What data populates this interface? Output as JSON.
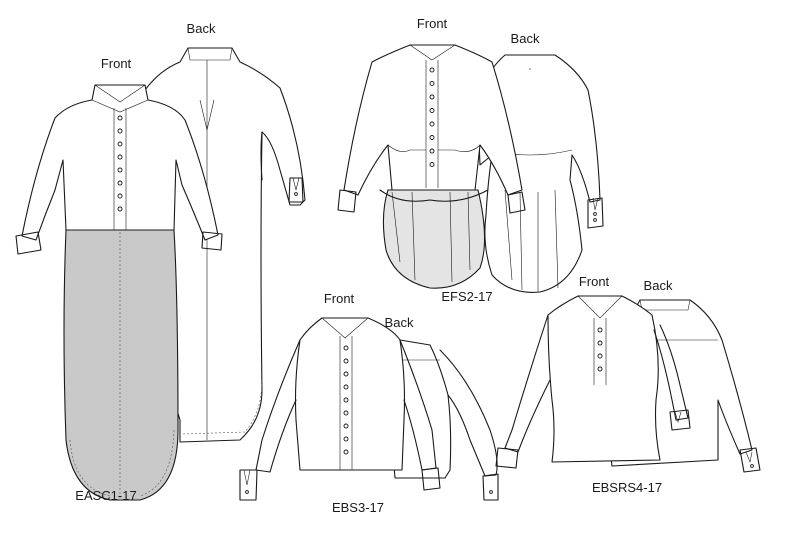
{
  "colors": {
    "ink": "#1a1a1a",
    "fabric_grey": "#c9c9c9",
    "sheer_grey": "#e4e4e4",
    "paper": "#ffffff"
  },
  "garments": [
    {
      "code": "EASC1-17",
      "views": {
        "front": "Front",
        "back": "Back"
      }
    },
    {
      "code": "EFS2-17",
      "views": {
        "front": "Front",
        "back": "Back"
      }
    },
    {
      "code": "EBS3-17",
      "views": {
        "front": "Front",
        "back": "Back"
      }
    },
    {
      "code": "EBSRS4-17",
      "views": {
        "front": "Front",
        "back": "Back"
      }
    }
  ]
}
